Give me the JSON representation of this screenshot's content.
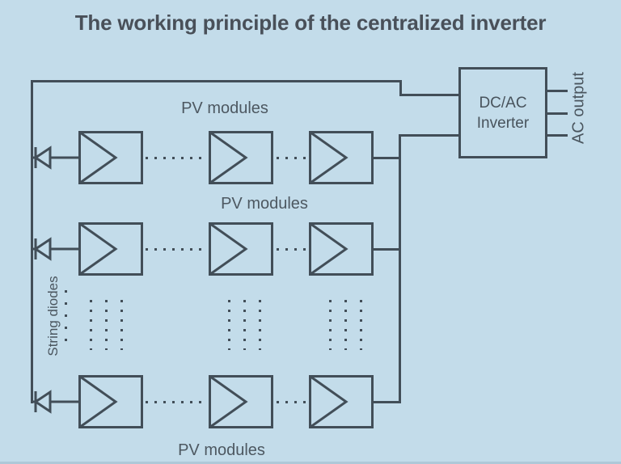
{
  "title": "The working principle of the centralized inverter",
  "labels": {
    "pv_modules": [
      "PV modules",
      "PV modules",
      "PV modules"
    ],
    "string_diodes": "String diodes",
    "ac_output": "AC output"
  },
  "inverter": {
    "line1": "DC/AC",
    "line2": "Inverter"
  },
  "colors": {
    "background": "#c3dcea",
    "line": "#424e58",
    "text": "#4a555e",
    "title_text": "#495059"
  }
}
